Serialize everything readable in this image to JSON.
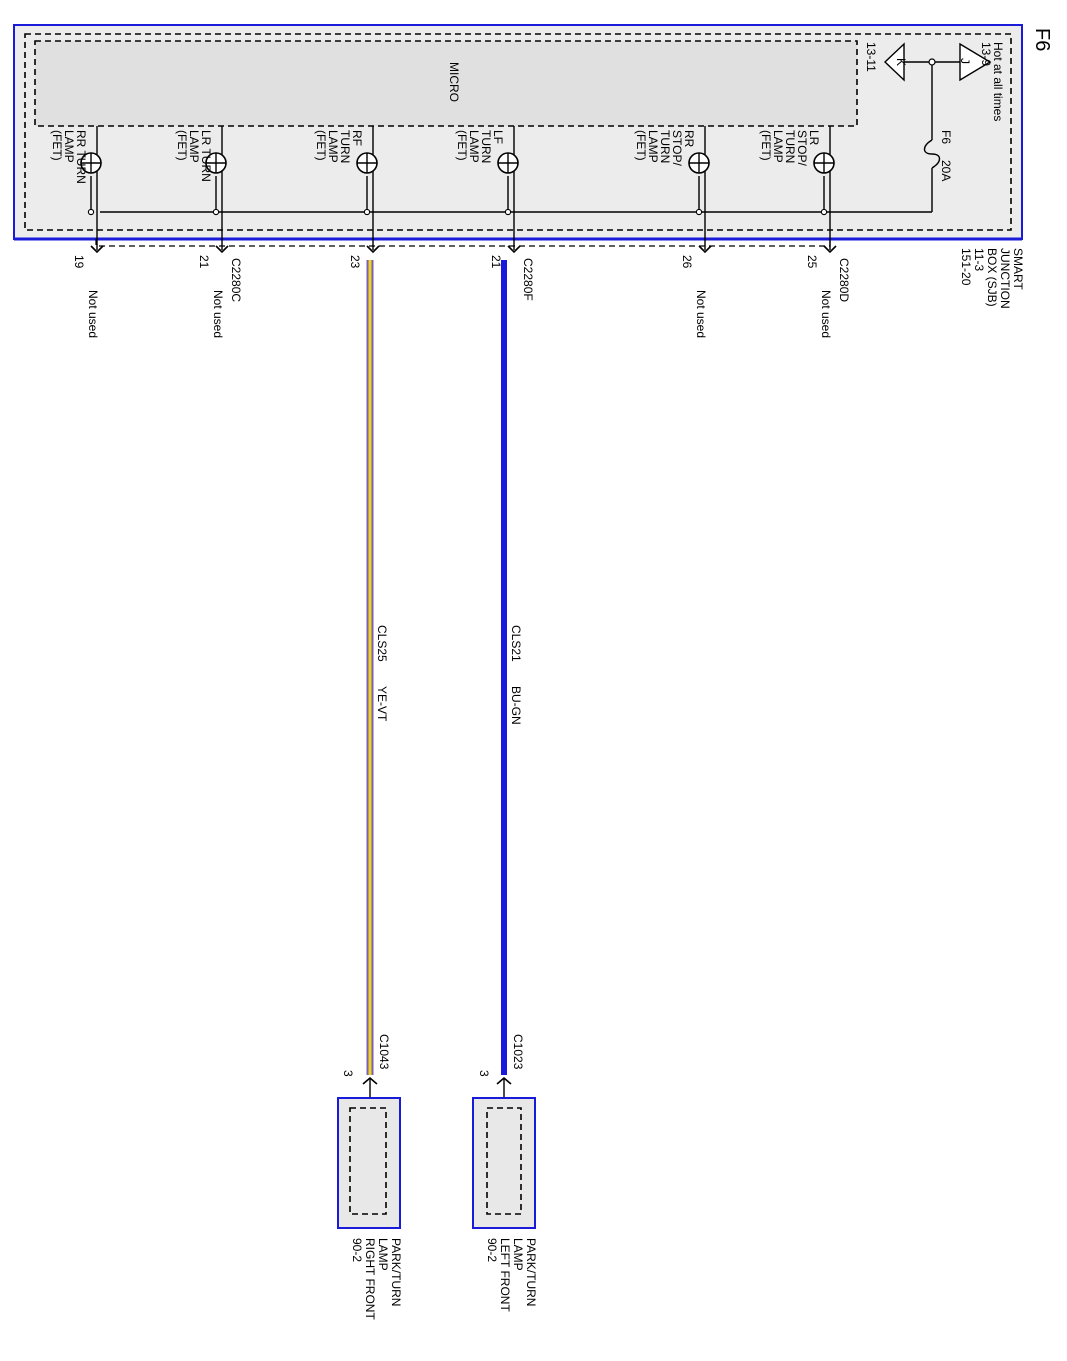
{
  "page_id": "F6",
  "power_note": "Hot at all times",
  "sjb": {
    "lines": [
      "SMART",
      "JUNCTION",
      "BOX (SJB)",
      "11-3",
      "151-20"
    ],
    "micro_label": "MICRO",
    "pin_a": "13-9",
    "pin_a_letter": "J",
    "pin_b": "13-11",
    "pin_b_letter": "K",
    "fuse_label": "F6",
    "fuse_rating": "20A"
  },
  "outputs": [
    {
      "id": "lr-stop-turn",
      "label": [
        "LR",
        "STOP/",
        "TURN",
        "LAMP",
        "(FET)"
      ],
      "pin": "25",
      "connector": "C2280D",
      "status": "Not used"
    },
    {
      "id": "rr-stop-turn",
      "label": [
        "RR",
        "STOP/",
        "TURN",
        "LAMP",
        "(FET)"
      ],
      "pin": "26",
      "connector": "",
      "status": "Not used"
    },
    {
      "id": "lf-turn",
      "label": [
        "LF",
        "TURN",
        "LAMP",
        "(FET)"
      ],
      "pin": "21",
      "connector": "C2280F",
      "status": ""
    },
    {
      "id": "rf-turn",
      "label": [
        "RF",
        "TURN",
        "LAMP",
        "(FET)"
      ],
      "pin": "23",
      "connector": "",
      "status": ""
    },
    {
      "id": "lr-turn",
      "label": [
        "LR TURN",
        "LAMP",
        "(FET)"
      ],
      "pin": "21",
      "connector": "C2280C",
      "status": "Not used"
    },
    {
      "id": "rr-turn",
      "label": [
        "RR TURN",
        "LAMP",
        "(FET)"
      ],
      "pin": "19",
      "connector": "",
      "status": "Not used"
    }
  ],
  "wires": [
    {
      "id": "cls21",
      "circuit": "CLS21",
      "color_code": "BU-GN",
      "stroke": "#1a1adb",
      "tracer": "#1a1adb"
    },
    {
      "id": "cls25",
      "circuit": "CLS25",
      "color_code": "YE-VT",
      "stroke": "#4a36b0",
      "tracer": "#f2d21f"
    }
  ],
  "lamps": [
    {
      "id": "left-front",
      "connector": "C1023",
      "pin": "3",
      "lines": [
        "PARK/TURN",
        "LAMP",
        "LEFT FRONT",
        "90-2"
      ]
    },
    {
      "id": "right-front",
      "connector": "C1043",
      "pin": "3",
      "lines": [
        "PARK/TURN",
        "LAMP",
        "RIGHT FRONT",
        "90-2"
      ]
    }
  ],
  "colors": {
    "outline": "#1a1adb",
    "module_fill": "#e8e8e8",
    "ink": "#000000"
  }
}
